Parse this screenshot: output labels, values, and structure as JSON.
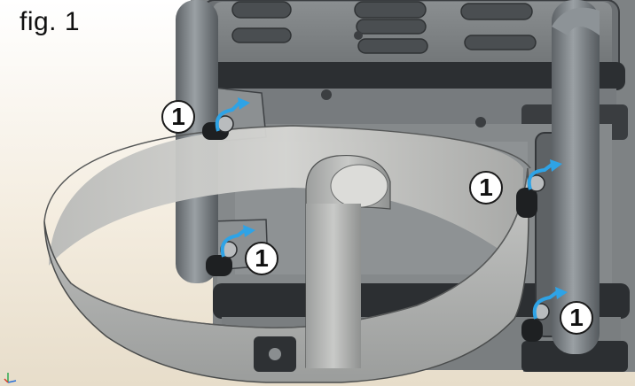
{
  "figure": {
    "label": "fig. 1"
  },
  "callouts": [
    {
      "number": "1"
    },
    {
      "number": "1"
    },
    {
      "number": "1"
    },
    {
      "number": "1"
    }
  ],
  "colors": {
    "background_light": "#f3ede2",
    "metal_gray": "#7b8084",
    "dark_gray": "#2e3235",
    "arrow_blue": "#2ea3e6",
    "ring_gray": "#aeb0b0"
  }
}
